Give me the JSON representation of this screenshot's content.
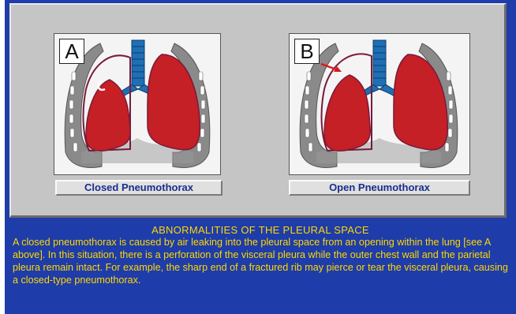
{
  "diagram_a": {
    "letter": "A",
    "caption": "Closed Pneumothorax"
  },
  "diagram_b": {
    "letter": "B",
    "caption": "Open Pneumothorax"
  },
  "description": {
    "heading": "ABNORMALITIES OF THE PLEURAL SPACE",
    "body": "A closed pneumothorax is caused by air leaking into the pleural space from an opening within the lung [see A above].  In this situation, there is a perforation of the visceral pleura while the outer chest wall and the parietal pleura remain intact.  For example, the sharp end of a fractured rib may pierce or tear the visceral pleura, causing a closed-type pneumothorax."
  },
  "colors": {
    "background": "#1e3caa",
    "panel": "#c5c5c5",
    "lung": "#c42026",
    "trachea": "#1f6fb5",
    "text": "#ffd800",
    "caption_text": "#1a2e8c"
  },
  "icons": [
    "lung-diagram-closed",
    "lung-diagram-open",
    "air-leak-arrow-icon",
    "chest-wound-arrow-icon"
  ]
}
